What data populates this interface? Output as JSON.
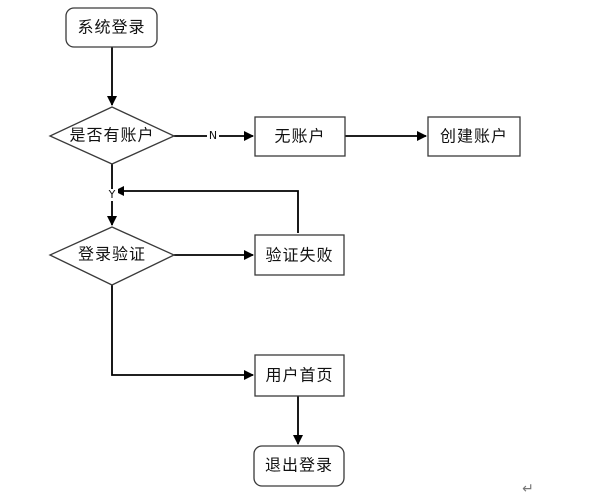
{
  "nodes": {
    "start": "系统登录",
    "has_account": "是否有账户",
    "no_account": "无账户",
    "create_account": "创建账户",
    "login_verify": "登录验证",
    "verify_fail": "验证失败",
    "user_home": "用户首页",
    "logout": "退出登录"
  },
  "edge_labels": {
    "no": "N",
    "yes": "Y"
  },
  "paragraph_mark": "↵"
}
